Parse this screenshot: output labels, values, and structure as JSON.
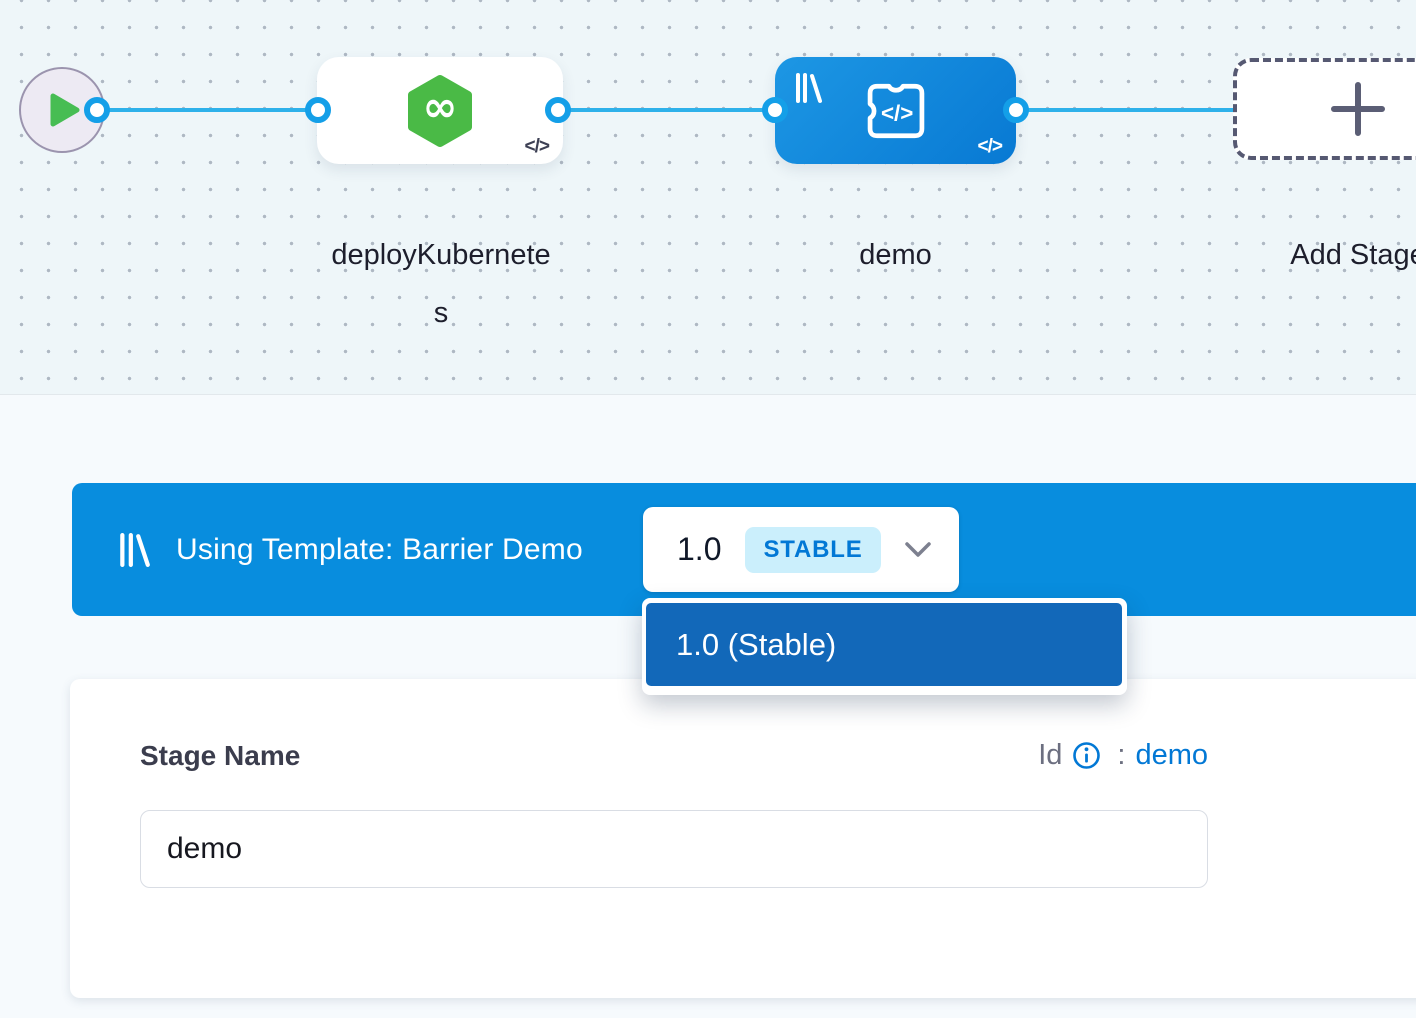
{
  "canvas": {
    "stages": [
      {
        "label": "deployKubernetes",
        "type": "cd-green-hexagon"
      },
      {
        "label": "demo",
        "type": "custom-template-blue"
      }
    ],
    "add_stage_label": "Add Stage",
    "code_badge": "</>"
  },
  "template_banner": {
    "text": "Using Template: Barrier Demo",
    "version_label": "1.0",
    "badge": "STABLE"
  },
  "version_dropdown": {
    "items": [
      {
        "label": "1.0 (Stable)",
        "selected": true
      }
    ]
  },
  "stage_form": {
    "name_label": "Stage Name",
    "id_label": "Id",
    "id_separator": ":",
    "id_value": "demo",
    "name_value": "demo"
  },
  "colors": {
    "banner_blue": "#088dde",
    "node_blue": "#0a85da",
    "dropdown_selected_blue": "#1268b9",
    "accent_link_blue": "#0278d5",
    "badge_bg": "#cbeffc",
    "connector_blue": "#149fe8",
    "edge_blue": "#2eb1ea",
    "cd_green": "#4aba46",
    "play_green": "#47bd53"
  }
}
